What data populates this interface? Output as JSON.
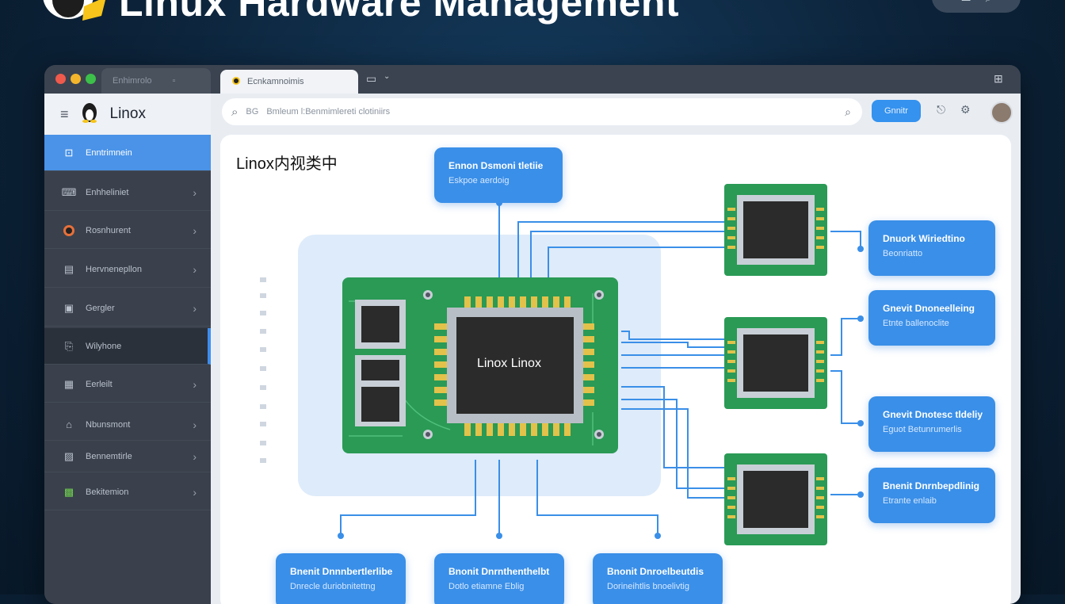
{
  "hero": {
    "title": "Linux Hardware Management"
  },
  "window": {
    "tabs": [
      {
        "label": "Enhimrolo"
      },
      {
        "label": "Ecnkamnoimis"
      }
    ]
  },
  "sidebar": {
    "brand": "Linox",
    "items": [
      {
        "label": "Enntrimnein",
        "icon": "dashboard-icon",
        "state": "active"
      },
      {
        "label": "Enhheliniet",
        "icon": "terminal-icon"
      },
      {
        "label": "Rosnhurent",
        "icon": "user-icon"
      },
      {
        "label": "Hervnenepllon",
        "icon": "storage-icon"
      },
      {
        "label": "Gergler",
        "icon": "cpu-icon"
      },
      {
        "label": "Wilyhone",
        "icon": "network-icon",
        "state": "selected"
      },
      {
        "label": "Eerleilt",
        "icon": "document-icon"
      },
      {
        "label": "Nbunsmont",
        "icon": "monitor-icon"
      },
      {
        "label": "Bennemtirle",
        "icon": "folder-icon"
      },
      {
        "label": "Bekitemion",
        "icon": "grid-icon"
      }
    ]
  },
  "header": {
    "search_prefix": "BG",
    "search_text": "Bmleum  l:Benmimlereti clotiniirs",
    "button": "Gnnitr"
  },
  "canvas": {
    "title": "Linox内视类中",
    "chip_label": "Linox Linox"
  },
  "boxes": [
    {
      "t1": "Ennon Dsmoni tletiie",
      "t2": "Eskpoe aerdoig"
    },
    {
      "t1": "Dnuork Wiriedtino",
      "t2": "Beonriatto"
    },
    {
      "t1": "Gnevit Dnoneelleing",
      "t2": "Etnte ballenoclite"
    },
    {
      "t1": "Gnevit Dnotesc tldeliy",
      "t2": "Eguot Betunrumerlis"
    },
    {
      "t1": "Bnenit Dnrnbepdlinig",
      "t2": "Etrante enlaib"
    },
    {
      "t1": "Bnenit Dnnnbertlerlibe",
      "t2": "Dnrecle duriobnitettng"
    },
    {
      "t1": "Bnonit Dnrnthenthelbt",
      "t2": "Dotlo etiamne Eblig"
    },
    {
      "t1": "Bnonit Dnroelbeutdis",
      "t2": "Dorineihtlis bnoelivtig"
    }
  ],
  "colors": {
    "accent": "#3a8fe8",
    "pcb": "#2a9a55",
    "chip": "#2b2b2b"
  }
}
